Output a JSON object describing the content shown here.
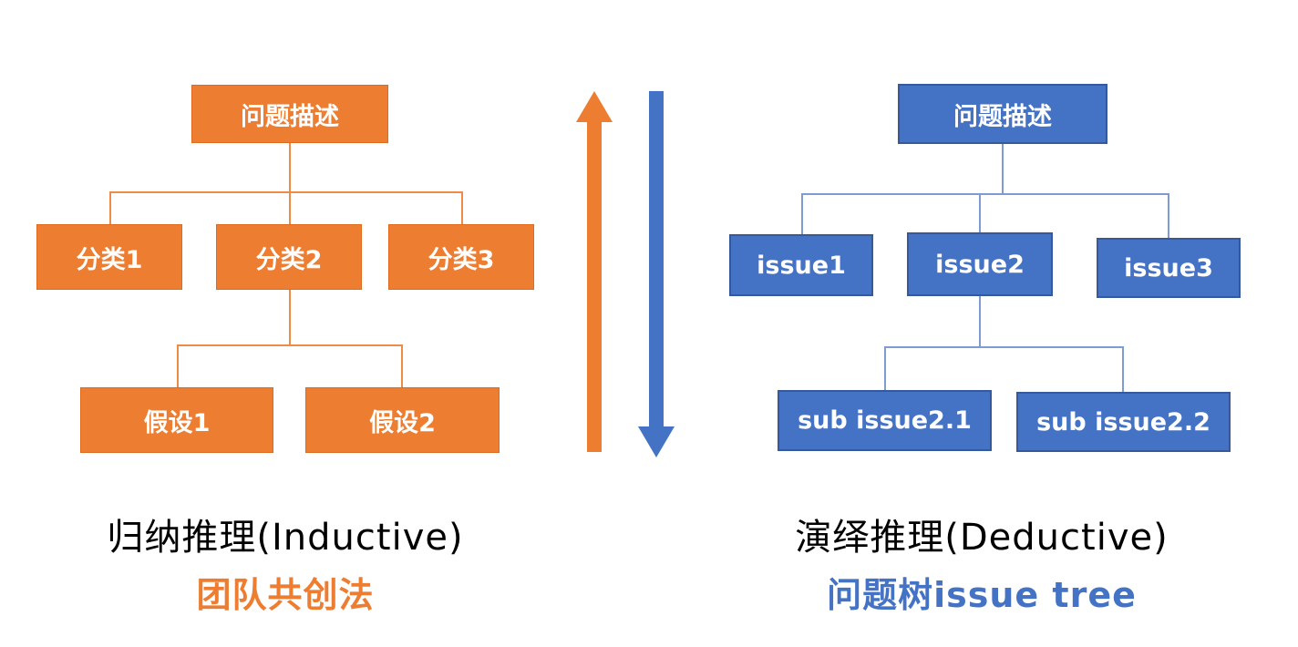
{
  "left_tree": {
    "root": "问题描述",
    "child1": "分类1",
    "child2": "分类2",
    "child3": "分类3",
    "leaf1": "假设1",
    "leaf2": "假设2",
    "caption_line1": "归纳推理(Inductive)",
    "caption_line2": "团队共创法",
    "accent_color": "#ED7D31"
  },
  "right_tree": {
    "root": "问题描述",
    "child1": "issue1",
    "child2": "issue2",
    "child3": "issue3",
    "leaf1": "sub issue2.1",
    "leaf2": "sub issue2.2",
    "caption_line1": "演绎推理(Deductive)",
    "caption_line2": "问题树issue tree",
    "accent_color": "#4472C4"
  },
  "arrows": {
    "up_arrow_color": "#ED7D31",
    "down_arrow_color": "#4472C4"
  }
}
